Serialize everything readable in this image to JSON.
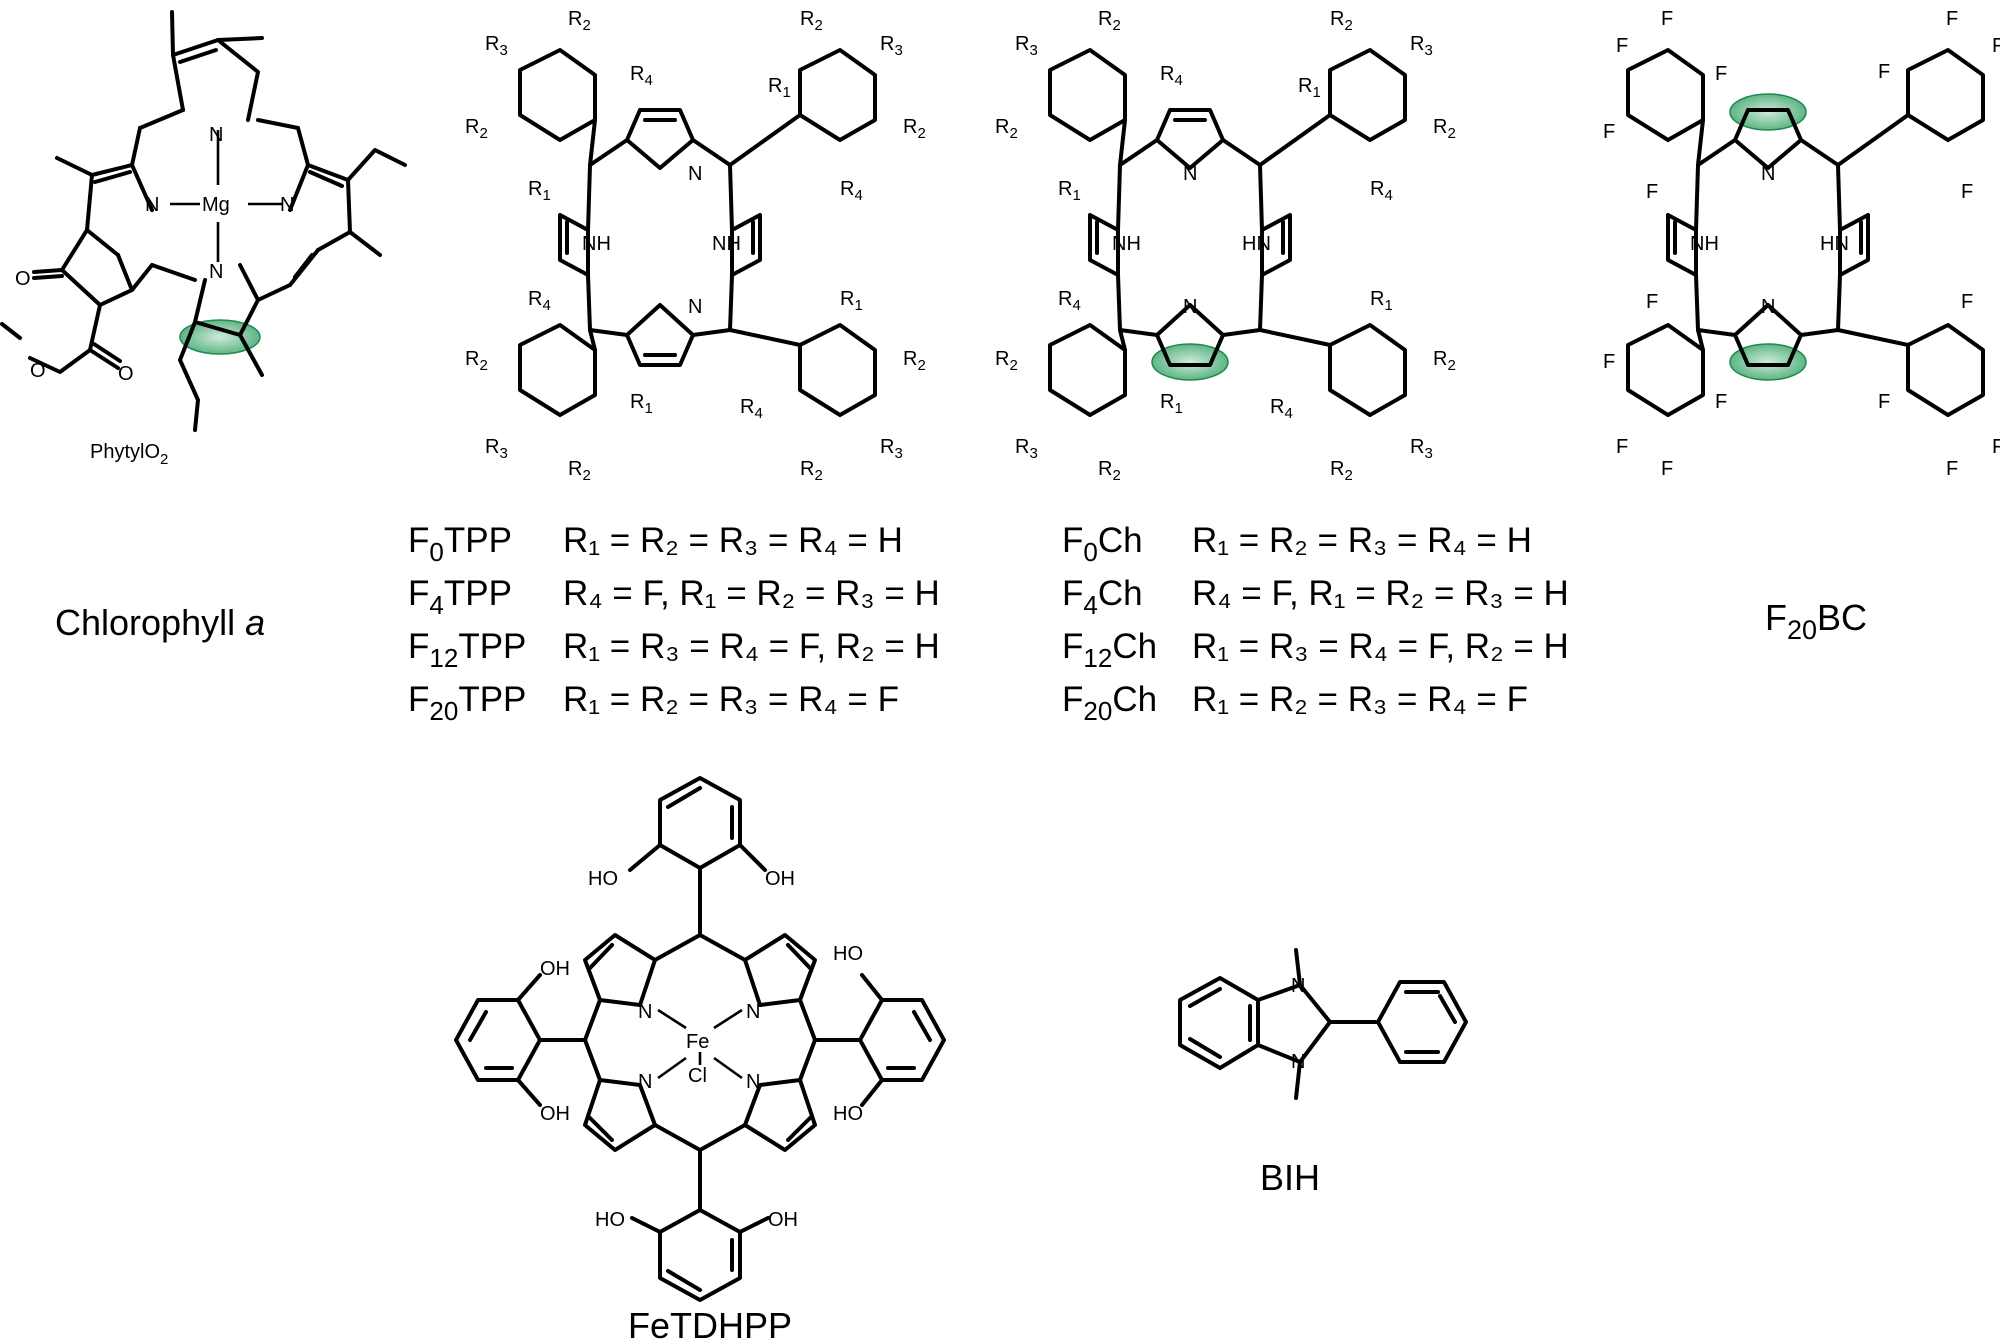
{
  "captions": {
    "chlorophyll": "Chlorophyll",
    "chlorophyll_italic": "a",
    "f20bc_pre": "F",
    "f20bc_sub": "20",
    "f20bc_post": "BC",
    "fetdhpp": "FeTDHPP",
    "bih": "BIH"
  },
  "atoms": {
    "N": "N",
    "NH": "NH",
    "HN": "HN",
    "Mg": "Mg",
    "Fe": "Fe",
    "Cl": "Cl",
    "F": "F",
    "O": "O",
    "HO": "HO",
    "OH": "OH",
    "phytyl": "PhytylO",
    "phytyl_sub": "2",
    "R": "R",
    "r1": "1",
    "r2": "2",
    "r3": "3",
    "r4": "4"
  },
  "tpp_rows": [
    {
      "pre": "F",
      "sub": "0",
      "post": "TPP",
      "eq": "R₁ = R₂ = R₃ = R₄ = H"
    },
    {
      "pre": "F",
      "sub": "4",
      "post": "TPP",
      "eq": "R₄ = F,  R₁ =  R₂ = R₃ = H"
    },
    {
      "pre": "F",
      "sub": "12",
      "post": "TPP",
      "eq": "R₁ =  R₃ = R₄ = F,  R₂ = H"
    },
    {
      "pre": "F",
      "sub": "20",
      "post": "TPP",
      "eq": "R₁ = R₂ = R₃ = R₄ = F"
    }
  ],
  "ch_rows": [
    {
      "pre": "F",
      "sub": "0",
      "post": "Ch",
      "eq": "R₁ = R₂ = R₃ = R₄ = H"
    },
    {
      "pre": "F",
      "sub": "4",
      "post": "Ch",
      "eq": "R₄ = F,  R₁ =  R₂ = R₃ = H"
    },
    {
      "pre": "F",
      "sub": "12",
      "post": "Ch",
      "eq": "R₁ =  R₃ = R₄ = F,  R₂ = H"
    },
    {
      "pre": "F",
      "sub": "20",
      "post": "Ch",
      "eq": "R₁ = R₂ = R₃ = R₄ = F"
    }
  ],
  "colors": {
    "highlight": "#1e8a4e",
    "highlight_fill": "#7cc49a",
    "ink": "#000000"
  }
}
